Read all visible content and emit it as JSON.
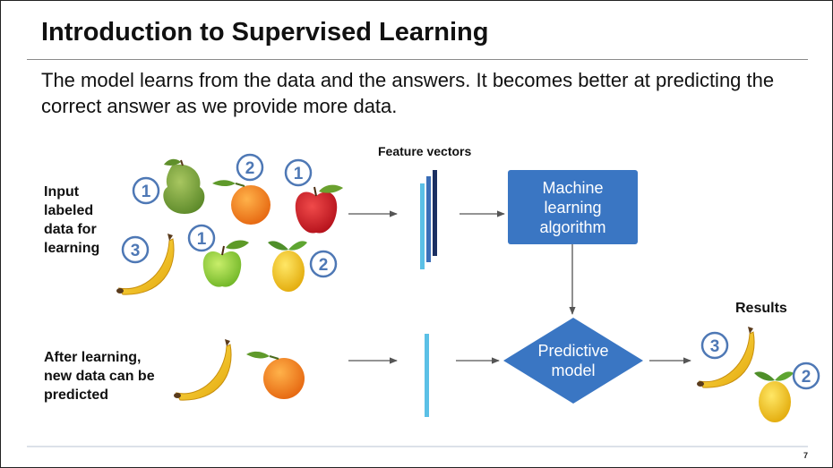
{
  "slide": {
    "title": "Introduction to Supervised Learning",
    "subtitle": "The model learns from the data and the answers. It becomes better at predicting the correct answer as we provide more data.",
    "page_number": "7"
  },
  "labels": {
    "input": "Input labeled data for learning",
    "after": "After learning, new data can be predicted",
    "feature_vectors": "Feature vectors",
    "results": "Results"
  },
  "boxes": {
    "ml_algorithm": "Machine\nlearning\nalgorithm",
    "predictive_model": "Predictive\nmodel"
  },
  "badges": {
    "pear": "1",
    "orange": "2",
    "red_apple": "1",
    "banana": "3",
    "green_apple": "1",
    "lemon": "2",
    "result_banana": "3",
    "result_lemon": "2"
  },
  "colors": {
    "accent_blue": "#3a76c3",
    "badge_blue": "#4e78b5",
    "fv_light": "#5bc0e6",
    "fv_mid": "#3b6eb7",
    "fv_dark": "#1b2f61"
  }
}
